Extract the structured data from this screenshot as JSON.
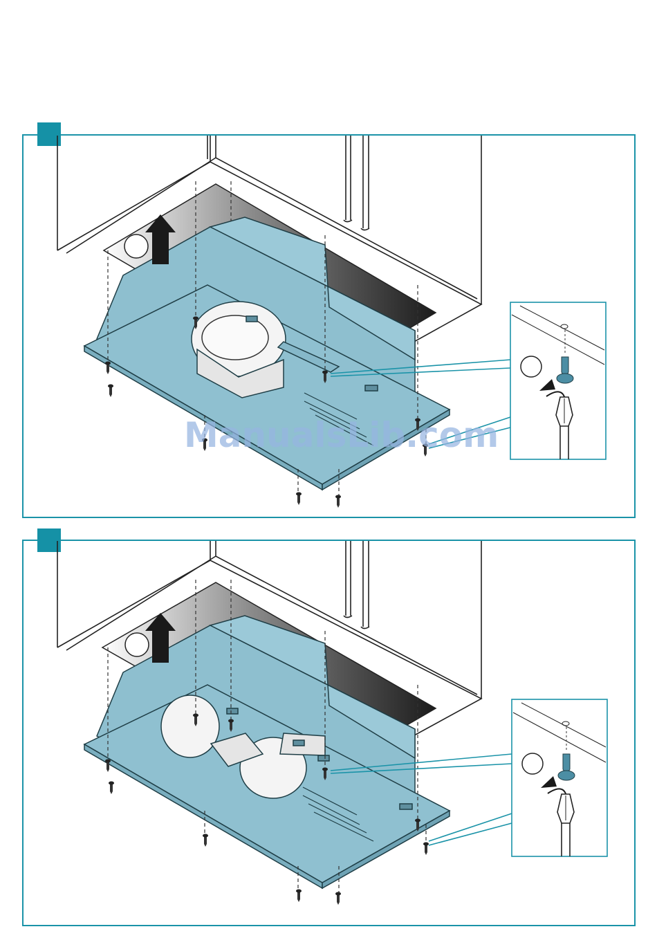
{
  "document": {
    "title": "",
    "steps": [
      {
        "id": "step-1",
        "marker_color": "#1591a6",
        "motor_type": "single-motor"
      },
      {
        "id": "step-2",
        "marker_color": "#1591a6",
        "motor_type": "twin-motor"
      }
    ]
  },
  "watermark": {
    "text": "ManualsLib.com"
  },
  "colors": {
    "accent": "#1591a6",
    "hood_body": "#8fbfd0",
    "frame": "#1a93a8"
  },
  "icons": [
    "up-arrow-icon",
    "screw-icon",
    "screwdriver-icon",
    "rotate-arrow-icon"
  ]
}
